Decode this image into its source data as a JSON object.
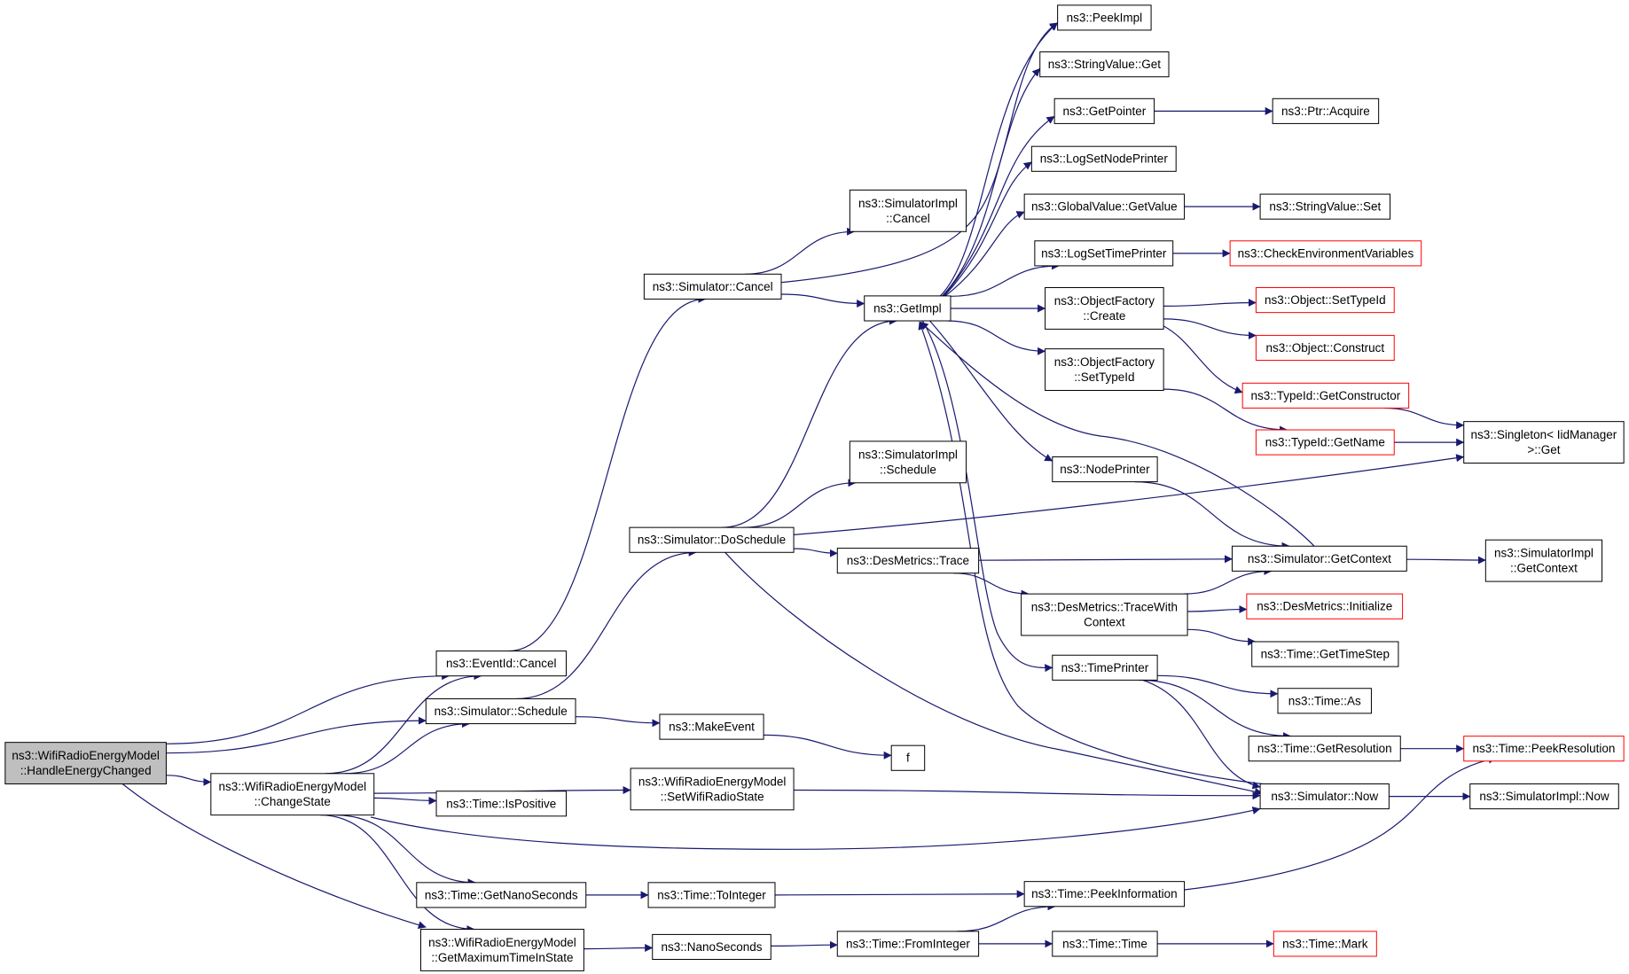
{
  "diagram": {
    "nodes": [
      {
        "id": "root",
        "lines": [
          "ns3::WifiRadioEnergyModel",
          "::HandleEnergyChanged"
        ],
        "style": "root"
      },
      {
        "id": "eventcancel",
        "lines": [
          "ns3::EventId::Cancel"
        ]
      },
      {
        "id": "schedule",
        "lines": [
          "ns3::Simulator::Schedule"
        ]
      },
      {
        "id": "changestate",
        "lines": [
          "ns3::WifiRadioEnergyModel",
          "::ChangeState"
        ]
      },
      {
        "id": "getmaxtime",
        "lines": [
          "ns3::WifiRadioEnergyModel",
          "::GetMaximumTimeInState"
        ]
      },
      {
        "id": "simcancel",
        "lines": [
          "ns3::Simulator::Cancel"
        ]
      },
      {
        "id": "doschedule",
        "lines": [
          "ns3::Simulator::DoSchedule"
        ]
      },
      {
        "id": "makeevent",
        "lines": [
          "ns3::MakeEvent"
        ]
      },
      {
        "id": "f",
        "lines": [
          "f"
        ]
      },
      {
        "id": "setwifi",
        "lines": [
          "ns3::WifiRadioEnergyModel",
          "::SetWifiRadioState"
        ]
      },
      {
        "id": "ispositive",
        "lines": [
          "ns3::Time::IsPositive"
        ]
      },
      {
        "id": "getnano",
        "lines": [
          "ns3::Time::GetNanoSeconds"
        ]
      },
      {
        "id": "tointeger",
        "lines": [
          "ns3::Time::ToInteger"
        ]
      },
      {
        "id": "nanoseconds",
        "lines": [
          "ns3::NanoSeconds"
        ]
      },
      {
        "id": "simimplcancel",
        "lines": [
          "ns3::SimulatorImpl",
          "::Cancel"
        ]
      },
      {
        "id": "simimplschedule",
        "lines": [
          "ns3::SimulatorImpl",
          "::Schedule"
        ]
      },
      {
        "id": "getimpl",
        "lines": [
          "ns3::GetImpl"
        ]
      },
      {
        "id": "destrace",
        "lines": [
          "ns3::DesMetrics::Trace"
        ]
      },
      {
        "id": "frominteger",
        "lines": [
          "ns3::Time::FromInteger"
        ]
      },
      {
        "id": "peekimpl",
        "lines": [
          "ns3::PeekImpl"
        ]
      },
      {
        "id": "stringget",
        "lines": [
          "ns3::StringValue::Get"
        ]
      },
      {
        "id": "getpointer",
        "lines": [
          "ns3::GetPointer"
        ]
      },
      {
        "id": "logsetnode",
        "lines": [
          "ns3::LogSetNodePrinter"
        ]
      },
      {
        "id": "gvgetvalue",
        "lines": [
          "ns3::GlobalValue::GetValue"
        ]
      },
      {
        "id": "logsettime",
        "lines": [
          "ns3::LogSetTimePrinter"
        ]
      },
      {
        "id": "ofcreate",
        "lines": [
          "ns3::ObjectFactory",
          "::Create"
        ]
      },
      {
        "id": "ofsettypeid",
        "lines": [
          "ns3::ObjectFactory",
          "::SetTypeId"
        ]
      },
      {
        "id": "nodeprinter",
        "lines": [
          "ns3::NodePrinter"
        ]
      },
      {
        "id": "tracewithctx",
        "lines": [
          "ns3::DesMetrics::TraceWith",
          "Context"
        ]
      },
      {
        "id": "timeprinter",
        "lines": [
          "ns3::TimePrinter"
        ]
      },
      {
        "id": "peekinfo",
        "lines": [
          "ns3::Time::PeekInformation"
        ]
      },
      {
        "id": "timetime",
        "lines": [
          "ns3::Time::Time"
        ]
      },
      {
        "id": "ptracquire",
        "lines": [
          "ns3::Ptr::Acquire"
        ]
      },
      {
        "id": "stringset",
        "lines": [
          "ns3::StringValue::Set"
        ]
      },
      {
        "id": "checkenv",
        "lines": [
          "ns3::CheckEnvironmentVariables"
        ],
        "style": "red"
      },
      {
        "id": "objsettypeid",
        "lines": [
          "ns3::Object::SetTypeId"
        ],
        "style": "red"
      },
      {
        "id": "objconstruct",
        "lines": [
          "ns3::Object::Construct"
        ],
        "style": "red"
      },
      {
        "id": "typeidctor",
        "lines": [
          "ns3::TypeId::GetConstructor"
        ],
        "style": "red"
      },
      {
        "id": "typeidname",
        "lines": [
          "ns3::TypeId::GetName"
        ],
        "style": "red"
      },
      {
        "id": "getcontext",
        "lines": [
          "ns3::Simulator::GetContext"
        ]
      },
      {
        "id": "desinit",
        "lines": [
          "ns3::DesMetrics::Initialize"
        ],
        "style": "red"
      },
      {
        "id": "gettimestep",
        "lines": [
          "ns3::Time::GetTimeStep"
        ]
      },
      {
        "id": "timeas",
        "lines": [
          "ns3::Time::As"
        ]
      },
      {
        "id": "getres",
        "lines": [
          "ns3::Time::GetResolution"
        ]
      },
      {
        "id": "simnow",
        "lines": [
          "ns3::Simulator::Now"
        ]
      },
      {
        "id": "timemark",
        "lines": [
          "ns3::Time::Mark"
        ],
        "style": "red"
      },
      {
        "id": "singleton",
        "lines": [
          "ns3::Singleton< IidManager",
          " >::Get"
        ]
      },
      {
        "id": "simimplgetctx",
        "lines": [
          "ns3::SimulatorImpl",
          "::GetContext"
        ]
      },
      {
        "id": "peekres",
        "lines": [
          "ns3::Time::PeekResolution"
        ],
        "style": "red"
      },
      {
        "id": "simimplnow",
        "lines": [
          "ns3::SimulatorImpl::Now"
        ]
      }
    ],
    "edges": [
      [
        "root",
        "eventcancel"
      ],
      [
        "root",
        "schedule"
      ],
      [
        "root",
        "changestate"
      ],
      [
        "root",
        "getmaxtime"
      ],
      [
        "eventcancel",
        "simcancel"
      ],
      [
        "schedule",
        "doschedule"
      ],
      [
        "schedule",
        "makeevent"
      ],
      [
        "makeevent",
        "f"
      ],
      [
        "changestate",
        "eventcancel"
      ],
      [
        "changestate",
        "schedule"
      ],
      [
        "changestate",
        "setwifi"
      ],
      [
        "changestate",
        "ispositive"
      ],
      [
        "changestate",
        "simnow"
      ],
      [
        "changestate",
        "getnano"
      ],
      [
        "changestate",
        "getmaxtime"
      ],
      [
        "getmaxtime",
        "nanoseconds"
      ],
      [
        "getnano",
        "tointeger"
      ],
      [
        "tointeger",
        "peekinfo"
      ],
      [
        "nanoseconds",
        "frominteger"
      ],
      [
        "frominteger",
        "peekinfo"
      ],
      [
        "frominteger",
        "timetime"
      ],
      [
        "timetime",
        "timemark"
      ],
      [
        "peekinfo",
        "peekres"
      ],
      [
        "setwifi",
        "simnow"
      ],
      [
        "simcancel",
        "simimplcancel"
      ],
      [
        "simcancel",
        "getimpl"
      ],
      [
        "simcancel",
        "peekimpl"
      ],
      [
        "doschedule",
        "getimpl"
      ],
      [
        "doschedule",
        "simimplschedule"
      ],
      [
        "doschedule",
        "destrace"
      ],
      [
        "doschedule",
        "singleton"
      ],
      [
        "doschedule",
        "simnow"
      ],
      [
        "getimpl",
        "peekimpl"
      ],
      [
        "getimpl",
        "stringget"
      ],
      [
        "getimpl",
        "getpointer"
      ],
      [
        "getimpl",
        "logsetnode"
      ],
      [
        "getimpl",
        "gvgetvalue"
      ],
      [
        "getimpl",
        "logsettime"
      ],
      [
        "getimpl",
        "ofcreate"
      ],
      [
        "getimpl",
        "ofsettypeid"
      ],
      [
        "getimpl",
        "nodeprinter"
      ],
      [
        "getimpl",
        "timeprinter"
      ],
      [
        "getpointer",
        "ptracquire"
      ],
      [
        "gvgetvalue",
        "stringset"
      ],
      [
        "logsettime",
        "checkenv"
      ],
      [
        "ofcreate",
        "objsettypeid"
      ],
      [
        "ofcreate",
        "objconstruct"
      ],
      [
        "ofcreate",
        "typeidctor"
      ],
      [
        "ofsettypeid",
        "typeidname"
      ],
      [
        "typeidctor",
        "singleton"
      ],
      [
        "typeidname",
        "singleton"
      ],
      [
        "nodeprinter",
        "getcontext"
      ],
      [
        "getcontext",
        "getimpl"
      ],
      [
        "getcontext",
        "simimplgetctx"
      ],
      [
        "destrace",
        "getcontext"
      ],
      [
        "destrace",
        "tracewithctx"
      ],
      [
        "tracewithctx",
        "getcontext"
      ],
      [
        "tracewithctx",
        "desinit"
      ],
      [
        "tracewithctx",
        "gettimestep"
      ],
      [
        "timeprinter",
        "timeas"
      ],
      [
        "timeprinter",
        "getres"
      ],
      [
        "timeprinter",
        "simnow"
      ],
      [
        "getres",
        "peekres"
      ],
      [
        "simnow",
        "getimpl"
      ],
      [
        "simnow",
        "simimplnow"
      ]
    ]
  }
}
